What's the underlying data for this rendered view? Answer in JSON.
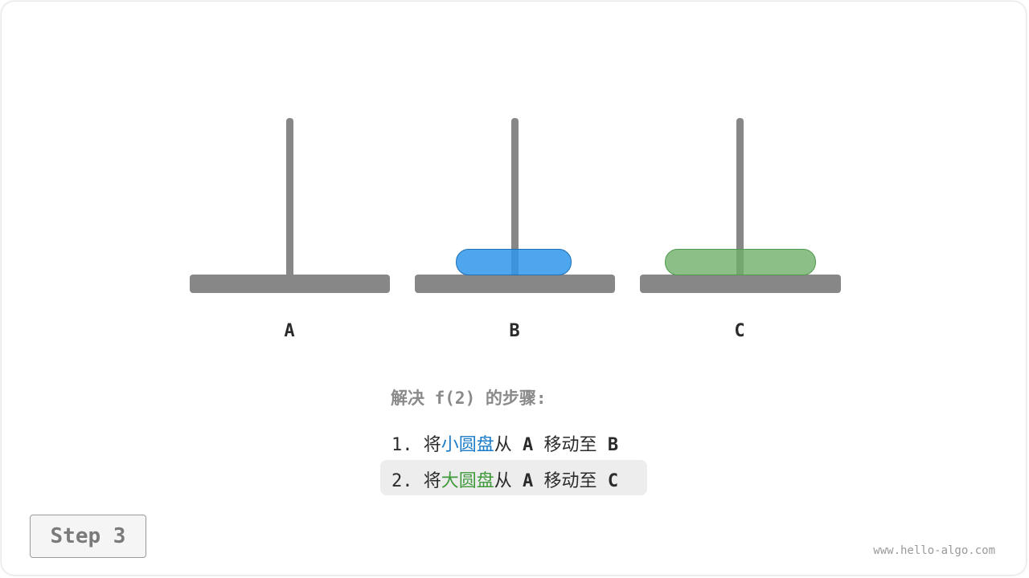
{
  "pegs": [
    {
      "label": "A",
      "disks": []
    },
    {
      "label": "B",
      "disks": [
        {
          "size": "small",
          "color": "#2e96eb"
        }
      ]
    },
    {
      "label": "C",
      "disks": [
        {
          "size": "large",
          "color": "#6eaf69"
        }
      ]
    }
  ],
  "steps": {
    "title": "解决 f(2) 的步骤:",
    "items": [
      {
        "num": "1.",
        "verb": "将",
        "object": "小圆盘",
        "from_word": "从",
        "from": "A",
        "move": "移动至",
        "to": "B",
        "object_color": "#1a7bc8"
      },
      {
        "num": "2.",
        "verb": "将",
        "object": "大圆盘",
        "from_word": "从",
        "from": "A",
        "move": "移动至",
        "to": "C",
        "object_color": "#3e9a3a",
        "highlighted": true
      }
    ]
  },
  "step_button": {
    "label": "Step 3"
  },
  "watermark": "www.hello-algo.com"
}
